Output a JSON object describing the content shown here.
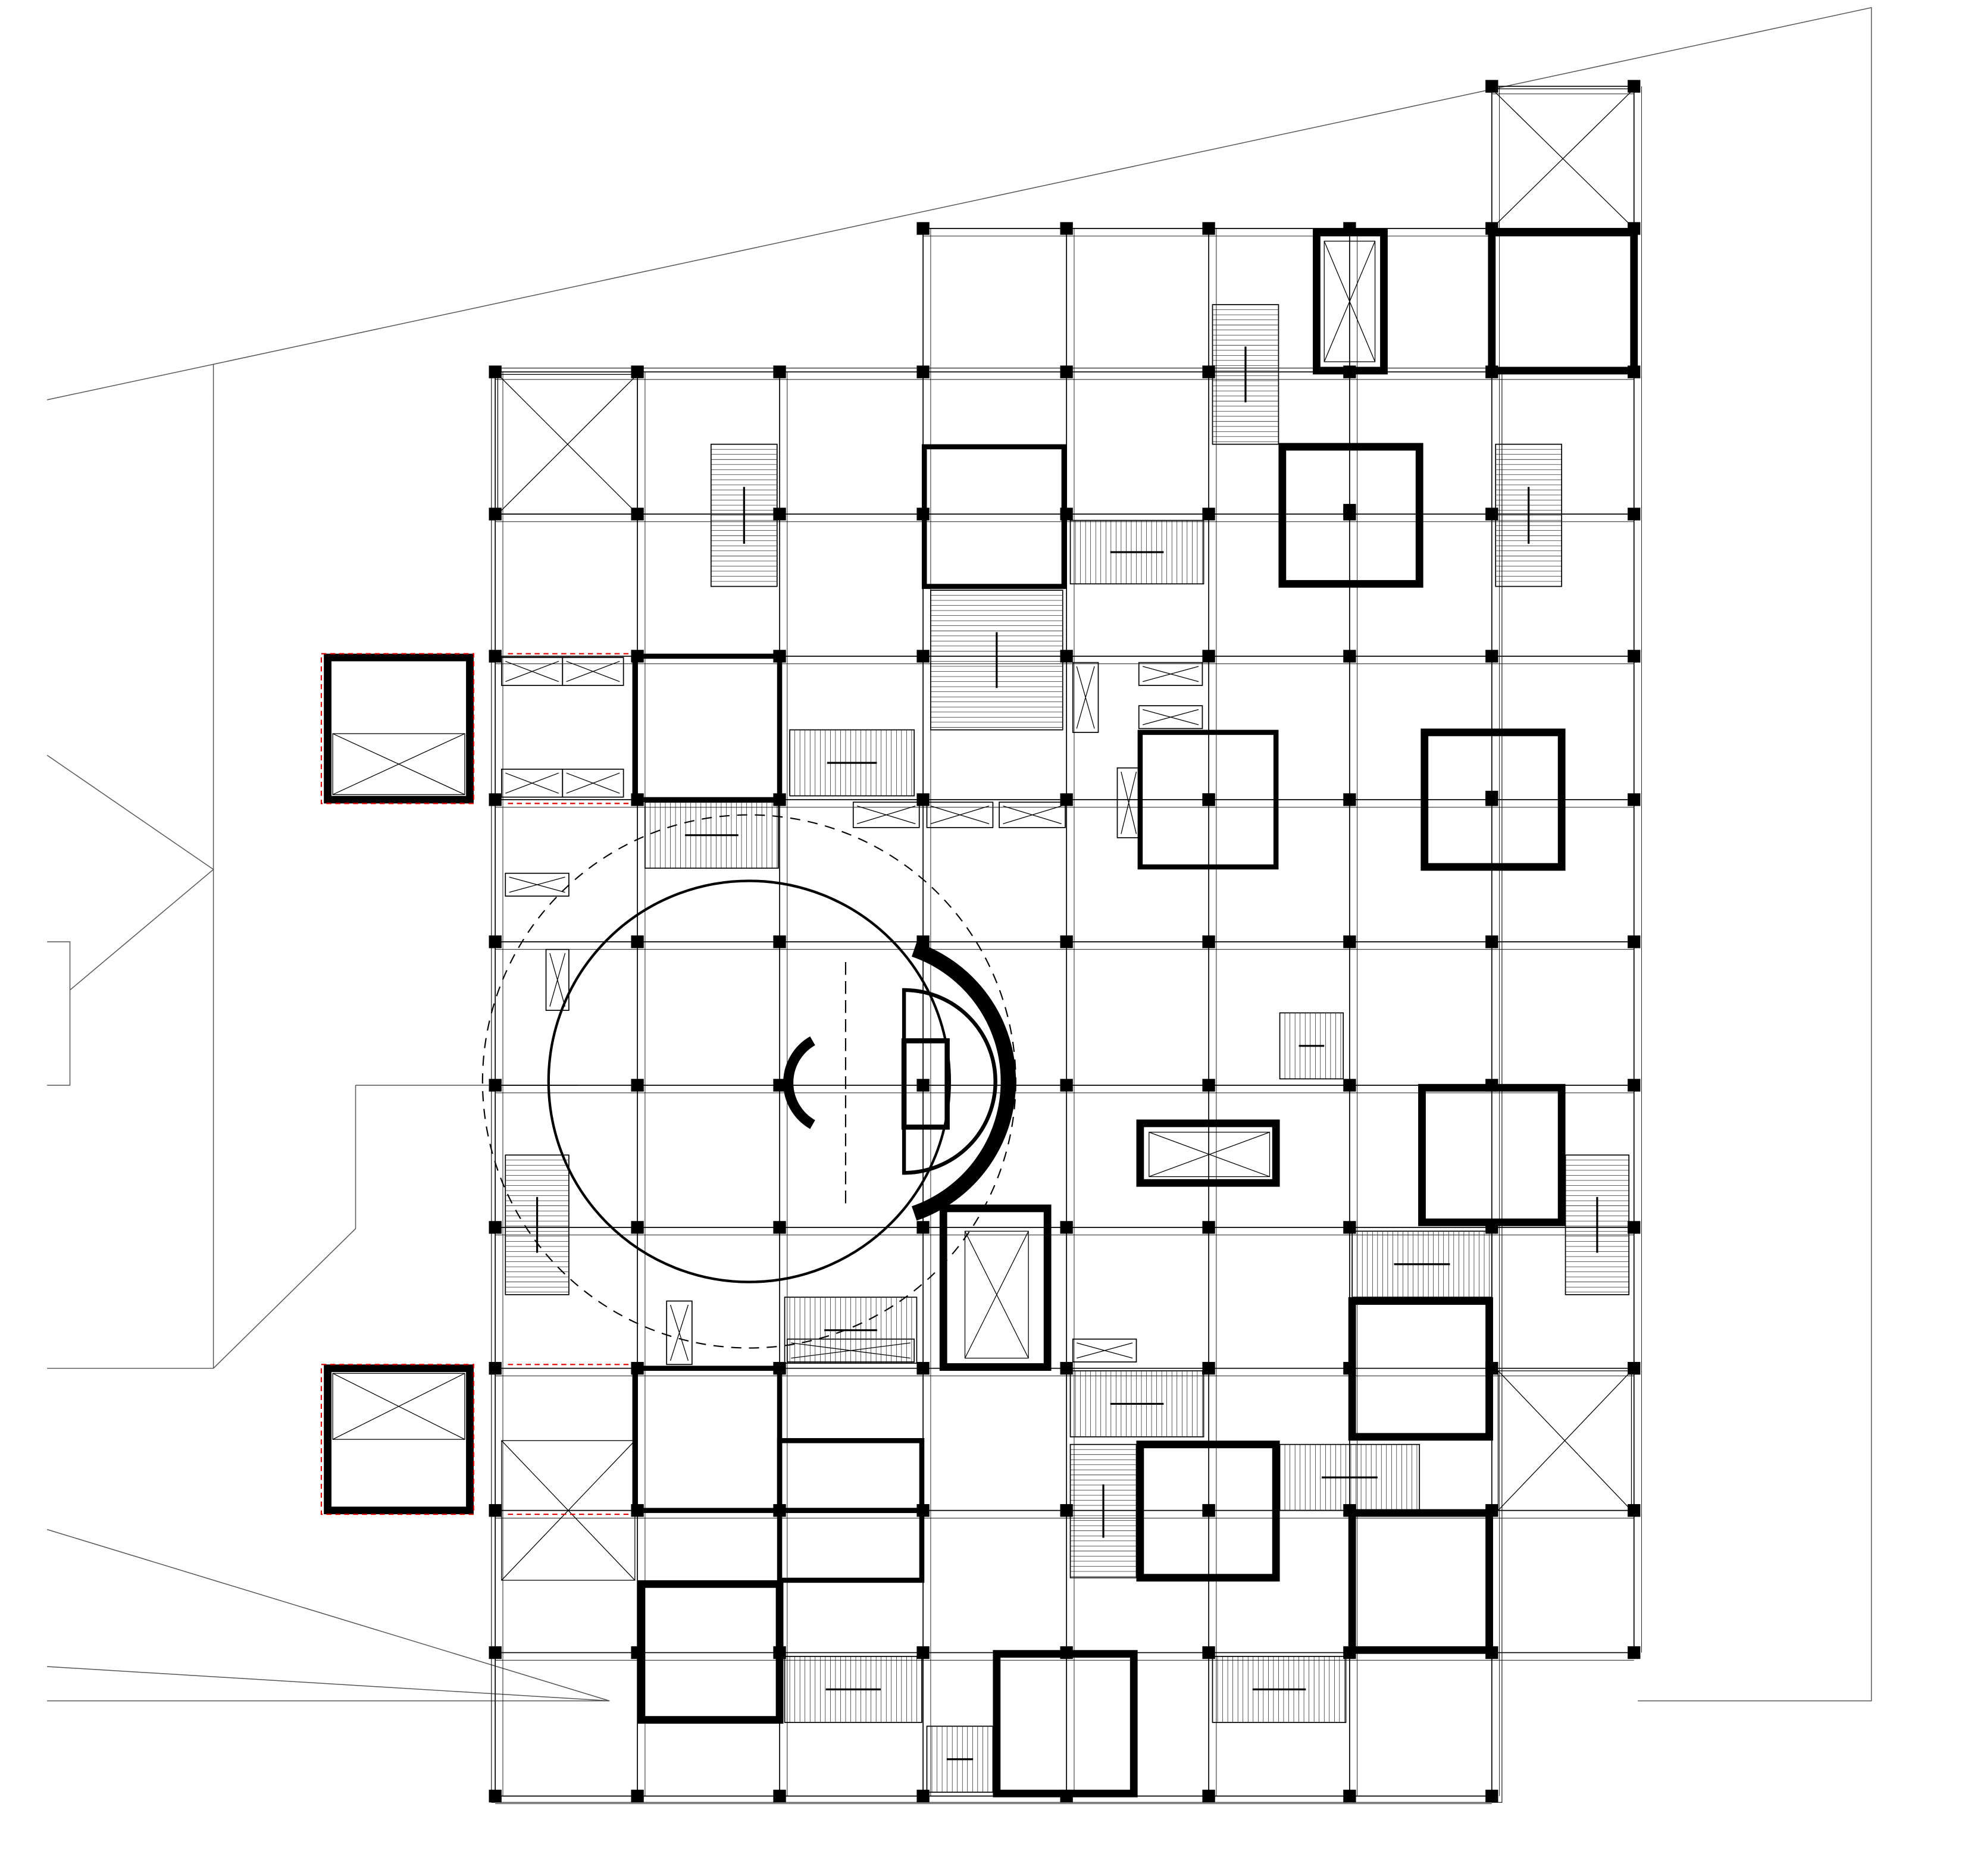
{
  "plan": {
    "colors": {
      "background": "#ffffff",
      "wall": "#000000",
      "thin_line": "#555555",
      "marker": "#e00000"
    },
    "elements": [
      "site-boundary",
      "structural-grid",
      "column",
      "core-wall",
      "stair",
      "circular-hall",
      "spiral-stair",
      "apartment-unit",
      "planter",
      "void-cross"
    ]
  }
}
